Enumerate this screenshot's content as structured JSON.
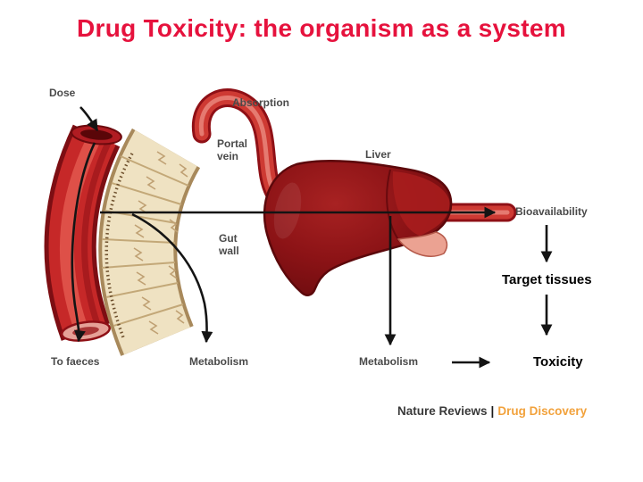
{
  "slide": {
    "title": "Drug Toxicity: the organism as a system"
  },
  "diagram": {
    "labels": {
      "dose": "Dose",
      "absorption": "Absorption",
      "portal_vein": {
        "line1": "Portal",
        "line2": "vein"
      },
      "liver": "Liver",
      "gut_wall": {
        "line1": "Gut",
        "line2": "wall"
      },
      "bioavailability": "Bioavailability",
      "to_faeces": "To faeces",
      "metabolism_gut": "Metabolism",
      "metabolism_liver": "Metabolism"
    },
    "annotations": {
      "target_tissues": "Target tissues",
      "toxicity": "Toxicity"
    },
    "credit": {
      "source": "Nature Reviews",
      "separator": "|",
      "journal": "Drug Discovery"
    },
    "colors": {
      "title_red": "#e6123d",
      "vessel_red": "#c62828",
      "vessel_dark": "#7d0e13",
      "liver_dark": "#8c1316",
      "liver_pink": "#eba292",
      "gut_beige": "#efe2c2",
      "gut_outline": "#a8895b",
      "label_gray": "#4a4a4a",
      "annotation_black": "#000000",
      "credit_gray": "#3a3a3a",
      "credit_orange": "#f2a23c",
      "arrow_black": "#141414"
    }
  }
}
